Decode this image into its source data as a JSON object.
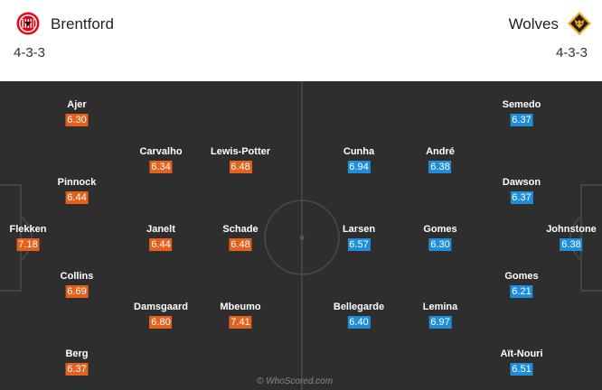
{
  "home": {
    "name": "Brentford",
    "formation": "4-3-3",
    "crest_icon": "brentford-crest-icon",
    "color": "#e2611d",
    "players": [
      {
        "name": "Flekken",
        "rating": "7.18"
      },
      {
        "name": "Ajer",
        "rating": "6.30"
      },
      {
        "name": "Pinnock",
        "rating": "6.44"
      },
      {
        "name": "Collins",
        "rating": "6.69"
      },
      {
        "name": "Berg",
        "rating": "6.37"
      },
      {
        "name": "Carvalho",
        "rating": "6.34"
      },
      {
        "name": "Janelt",
        "rating": "6.44"
      },
      {
        "name": "Damsgaard",
        "rating": "6.80"
      },
      {
        "name": "Lewis-Potter",
        "rating": "6.48"
      },
      {
        "name": "Schade",
        "rating": "6.48"
      },
      {
        "name": "Mbeumo",
        "rating": "7.41"
      }
    ]
  },
  "away": {
    "name": "Wolves",
    "formation": "4-3-3",
    "crest_icon": "wolves-crest-icon",
    "color": "#1e8ed8",
    "players": [
      {
        "name": "Johnstone",
        "rating": "6.38"
      },
      {
        "name": "Semedo",
        "rating": "6.37"
      },
      {
        "name": "Dawson",
        "rating": "6.37"
      },
      {
        "name": "Gomes",
        "rating": "6.21"
      },
      {
        "name": "Aït-Nouri",
        "rating": "6.51"
      },
      {
        "name": "André",
        "rating": "6.38"
      },
      {
        "name": "Gomes",
        "rating": "6.30"
      },
      {
        "name": "Lemina",
        "rating": "6.97"
      },
      {
        "name": "Cunha",
        "rating": "6.94"
      },
      {
        "name": "Larsen",
        "rating": "6.57"
      },
      {
        "name": "Bellegarde",
        "rating": "6.40"
      }
    ]
  },
  "watermark": "© WhoScored.com"
}
